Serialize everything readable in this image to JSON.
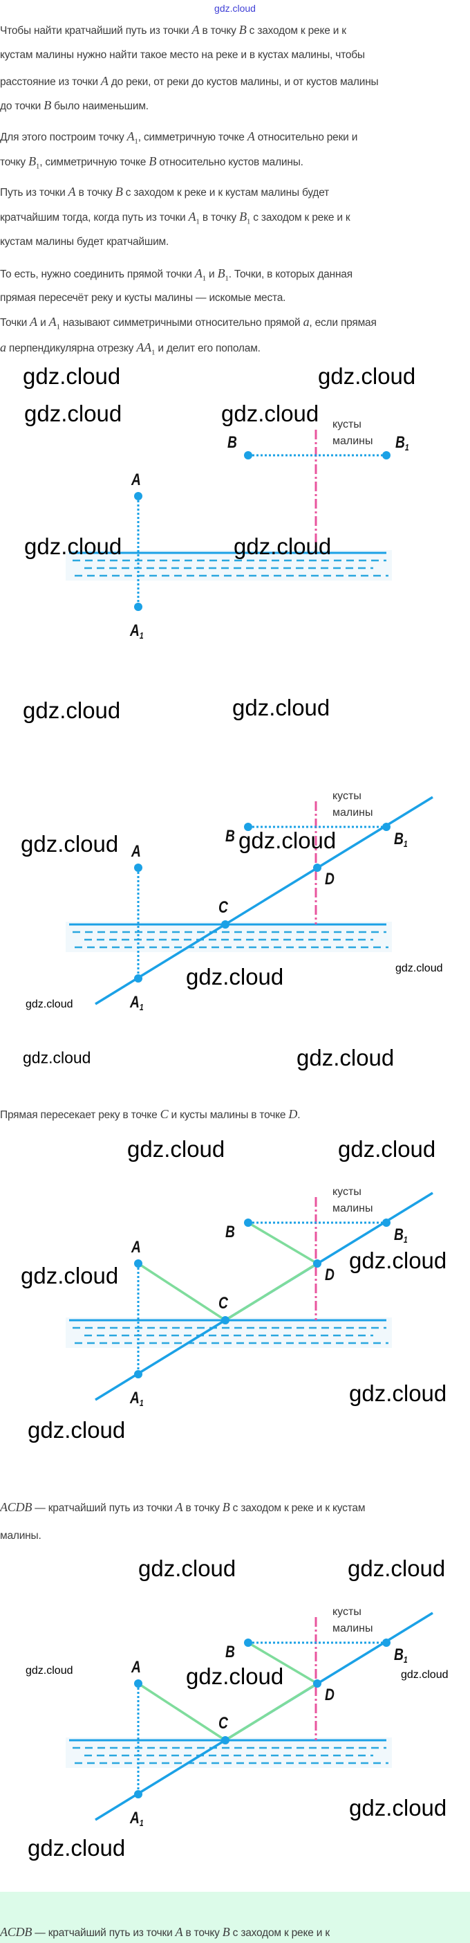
{
  "watermark": "gdz.cloud",
  "top_watermark": "gdz.cloud",
  "paragraphs": [
    {
      "lines": [
        "Чтобы найти кратчайший путь из точки {A} в точку {B} с заходом к реке и к",
        "кустам малины нужно найти такое место на реке и в кустах малины, чтобы",
        "расстояние из точки {A} до реки, от реки до кустов малины, и от кустов малины",
        "до точки {B} было наименьшим."
      ]
    },
    {
      "lines": [
        "Для этого построим точку {A1}, симметричную точке {A} относительно реки и",
        "точку {B1}, симметричную точке {B} относительно кустов малины."
      ]
    },
    {
      "lines": [
        "Путь из точки {A} в точку {B} с заходом к реке и к кустам малины будет",
        "кратчайшим тогда, когда путь из точки {A1} в точку {B1} с заходом к реке и к",
        "кустам малины будет кратчайшим."
      ]
    },
    {
      "lines": [
        "То есть, нужно соединить прямой точки {A1} и {B1}. Точки, в которых данная",
        "прямая пересечёт реку и кусты малины — искомые места."
      ]
    },
    {
      "lines": [
        "Точки {A} и {A1} называют симметричными относительно прямой {a}, если прямая",
        "{a} перпендикулярна отрезку {AA1} и делит его пополам."
      ]
    },
    {
      "lines": [
        "Прямая пересекает реку в точке {C} и кусты малины в точке {D}."
      ]
    },
    {
      "lines": [
        "{ACDB} — кратчайший путь из точки {A} в точку {B} с заходом к реке и к кустам",
        "малины."
      ]
    }
  ],
  "answer": {
    "lines": [
      "{ACDB} — кратчайший путь из точки {A} в точку {B} с заходом к реке и к"
    ]
  },
  "diagram_labels": {
    "A": "A",
    "A1_main": "A",
    "A1_sub": "1",
    "B": "B",
    "B1_main": "B",
    "B1_sub": "1",
    "C": "C",
    "D": "D",
    "bushes_line1": "кусты",
    "bushes_line2": "малины"
  },
  "colors": {
    "text": "#3d3d3d",
    "line_blue": "#1ba1e6",
    "river_dash": "#2aa7df",
    "bushes_pink": "#e8559e",
    "path_green": "#7fdc9c",
    "answer_bg": "#dcfbe9"
  }
}
